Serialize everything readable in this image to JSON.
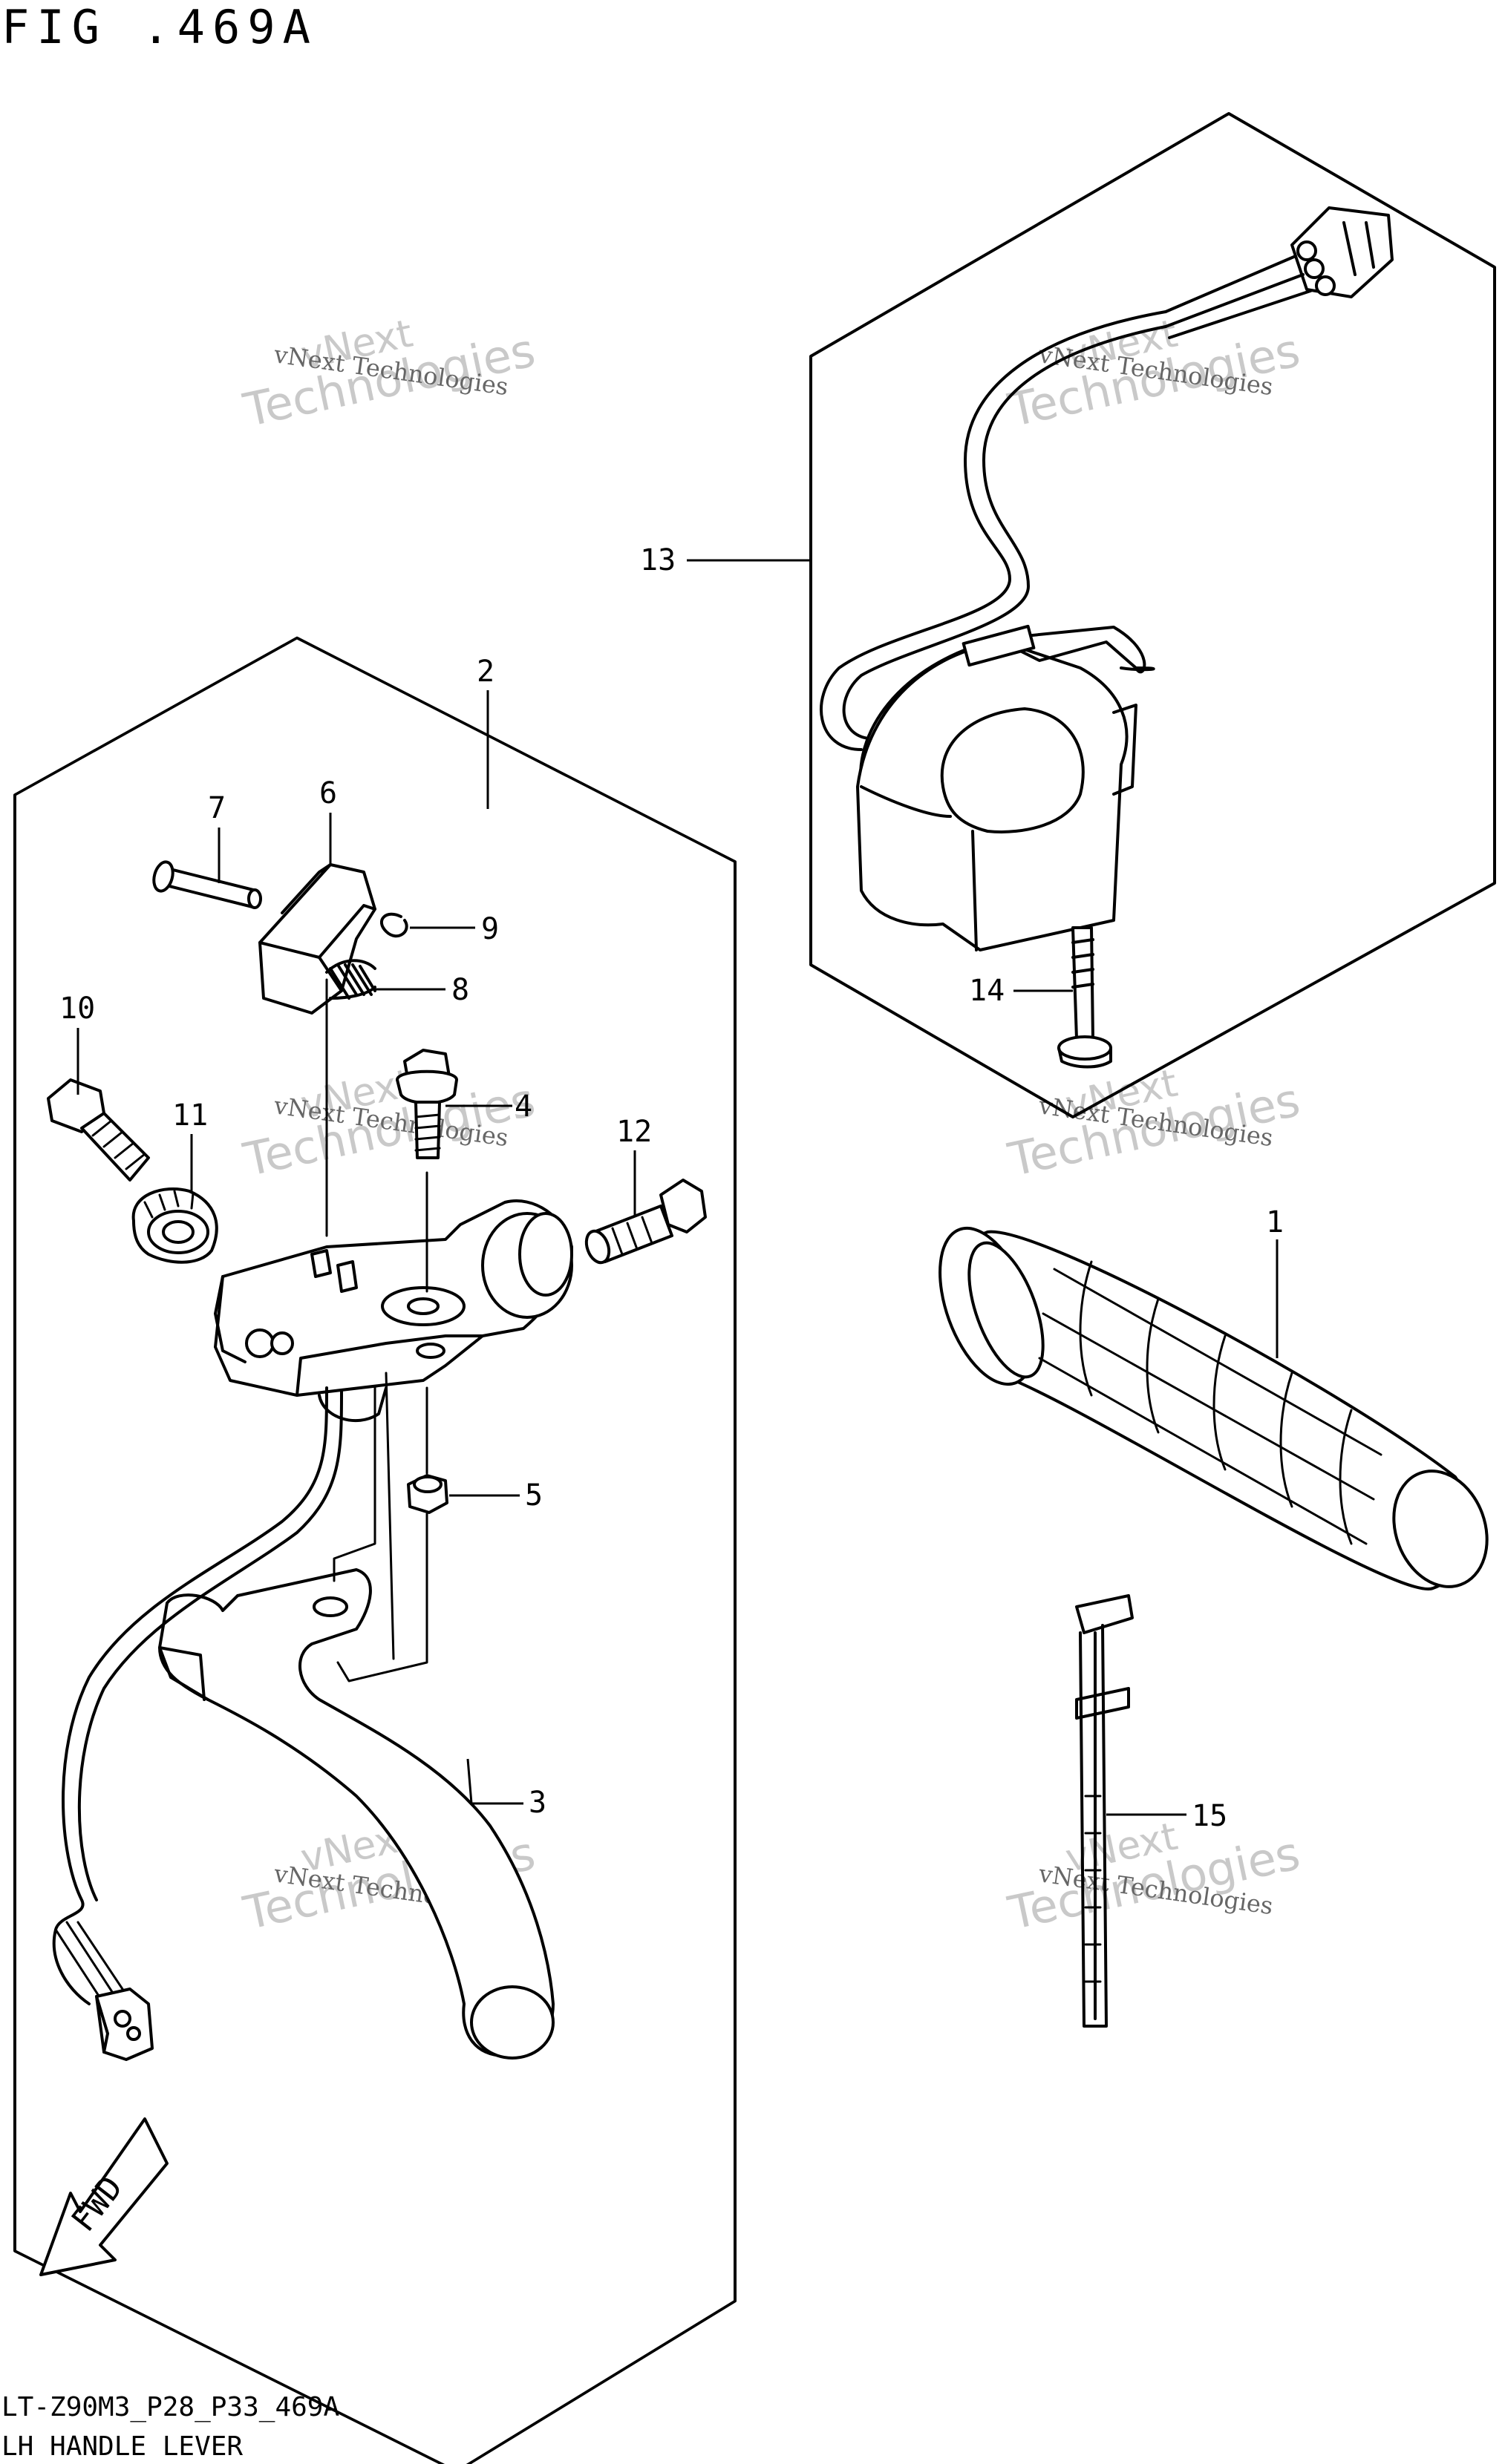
{
  "figure": {
    "title": "FIG .469A",
    "model_code": "LT-Z90M3_P28_P33_469A",
    "caption": "LH HANDLE LEVER"
  },
  "watermark": {
    "line1": "vNext",
    "line2": "Technologies",
    "small": "vNext Technologies"
  },
  "fwd_label": "FWD",
  "callouts": [
    "1",
    "2",
    "3",
    "4",
    "5",
    "6",
    "7",
    "8",
    "9",
    "10",
    "11",
    "12",
    "13",
    "14",
    "15"
  ]
}
